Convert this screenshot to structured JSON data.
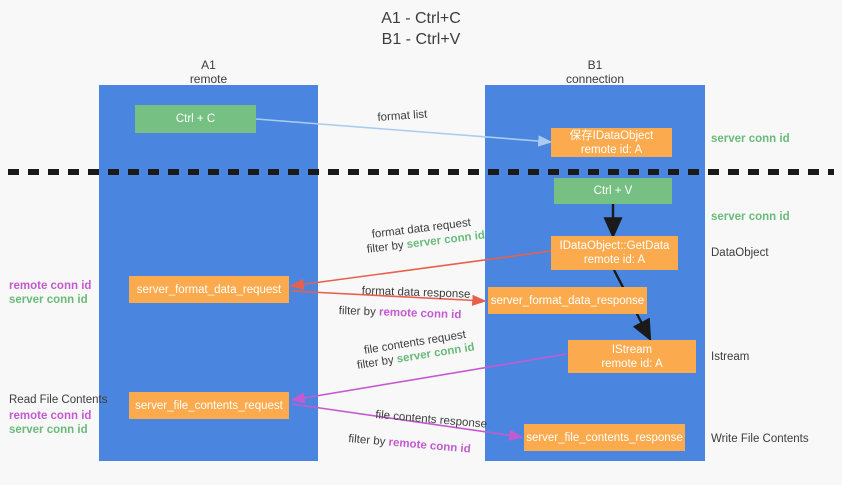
{
  "title": {
    "line1": "A1 - Ctrl+C",
    "line2": "B1 - Ctrl+V"
  },
  "columns": [
    {
      "name": "A1",
      "sub": "remote"
    },
    {
      "name": "B1",
      "sub": "connection"
    }
  ],
  "nodes": {
    "ctrl_c": {
      "label": "Ctrl + C"
    },
    "ctrl_v": {
      "label": "Ctrl + V"
    },
    "save_idataobject": {
      "line1": "保存IDataObject",
      "line2": "remote id: A"
    },
    "getdata": {
      "line1": "IDataObject::GetData",
      "line2": "remote id: A"
    },
    "istream": {
      "line1": "IStream",
      "line2": "remote id: A"
    },
    "server_format_data_request": {
      "label": "server_format_data_request"
    },
    "server_format_data_response": {
      "label": "server_format_data_response"
    },
    "server_file_contents_request": {
      "label": "server_file_contents_request"
    },
    "server_file_contents_response": {
      "label": "server_file_contents_response"
    }
  },
  "edge_labels": {
    "format_list": "format list",
    "format_data_request": "format data request",
    "format_data_request_filter_prefix": "filter by ",
    "format_data_request_filter_key": "server conn id",
    "format_data_response": "format data response",
    "format_data_response_filter_prefix": "filter by ",
    "format_data_response_filter_key": "remote conn id",
    "file_contents_request": "file contents request",
    "file_contents_request_filter_prefix": "filter by ",
    "file_contents_request_filter_key": "server conn id",
    "file_contents_response": "file contents response",
    "file_contents_response_filter_prefix": "filter by ",
    "file_contents_response_filter_key": "remote conn id"
  },
  "right_labels": {
    "server_conn_id_top": "server conn id",
    "server_conn_id_mid": "server conn id",
    "dataobject": "DataObject",
    "istream": "Istream",
    "write_file_contents": "Write File Contents"
  },
  "left_labels": {
    "remote_conn_id_1": "remote conn id",
    "server_conn_id_1": "server conn id",
    "read_file_contents": "Read File Contents",
    "remote_conn_id_2": "remote conn id",
    "server_conn_id_2": "server conn id"
  },
  "colors": {
    "column": "#4a86e0",
    "green_node": "#76c083",
    "orange_node": "#fbaa4e",
    "blue_arrow": "#a9cdf0",
    "red_arrow": "#e8604c",
    "magenta_arrow": "#c45ad0",
    "black_arrow": "#1a1a1a",
    "green_text": "#6aba7a",
    "purple_text": "#c45ad0",
    "background": "#f8f8f8"
  }
}
